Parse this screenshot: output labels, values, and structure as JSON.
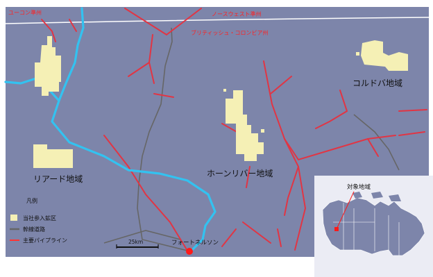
{
  "boundaries": {
    "yukon": "ユーコン準州",
    "northwest": "ノースウェスト準州",
    "bc": "ブリティッシュ・コロンビア州"
  },
  "areas": {
    "liard": "リアード地域",
    "horn_river": "ホーンリバー地域",
    "cordova": "コルドバ地域"
  },
  "legend": {
    "title": "凡例",
    "items": [
      {
        "label": "当社参入鉱区",
        "color": "#f5f0b5"
      },
      {
        "label": "幹線道路",
        "color": "#666666"
      },
      {
        "label": "主要パイプライン",
        "color": "#ff3333"
      }
    ]
  },
  "scale_bar": "25km",
  "city": "フォートネルソン",
  "inset_title": "対象地域",
  "colors": {
    "land": "#7d85aa",
    "river": "#33c2f0",
    "pipeline": "#e13544",
    "road": "#666666",
    "block": "#f5f0b5",
    "boundary_text": "#ff2020"
  }
}
